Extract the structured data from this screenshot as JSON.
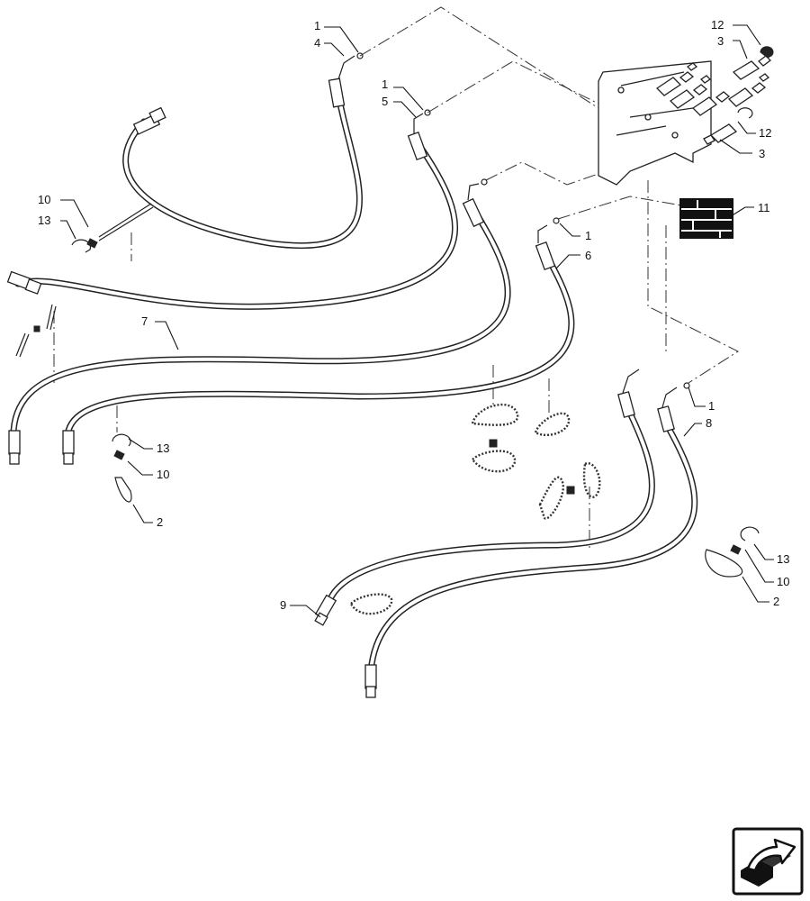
{
  "diagram": {
    "callouts": [
      "1",
      "4",
      "1",
      "5",
      "12",
      "3",
      "12",
      "3",
      "11",
      "1",
      "6",
      "10",
      "13",
      "7",
      "13",
      "10",
      "2",
      "1",
      "8",
      "13",
      "10",
      "2",
      "9"
    ]
  },
  "nav": {
    "icon": "next-page-arrow-icon"
  }
}
